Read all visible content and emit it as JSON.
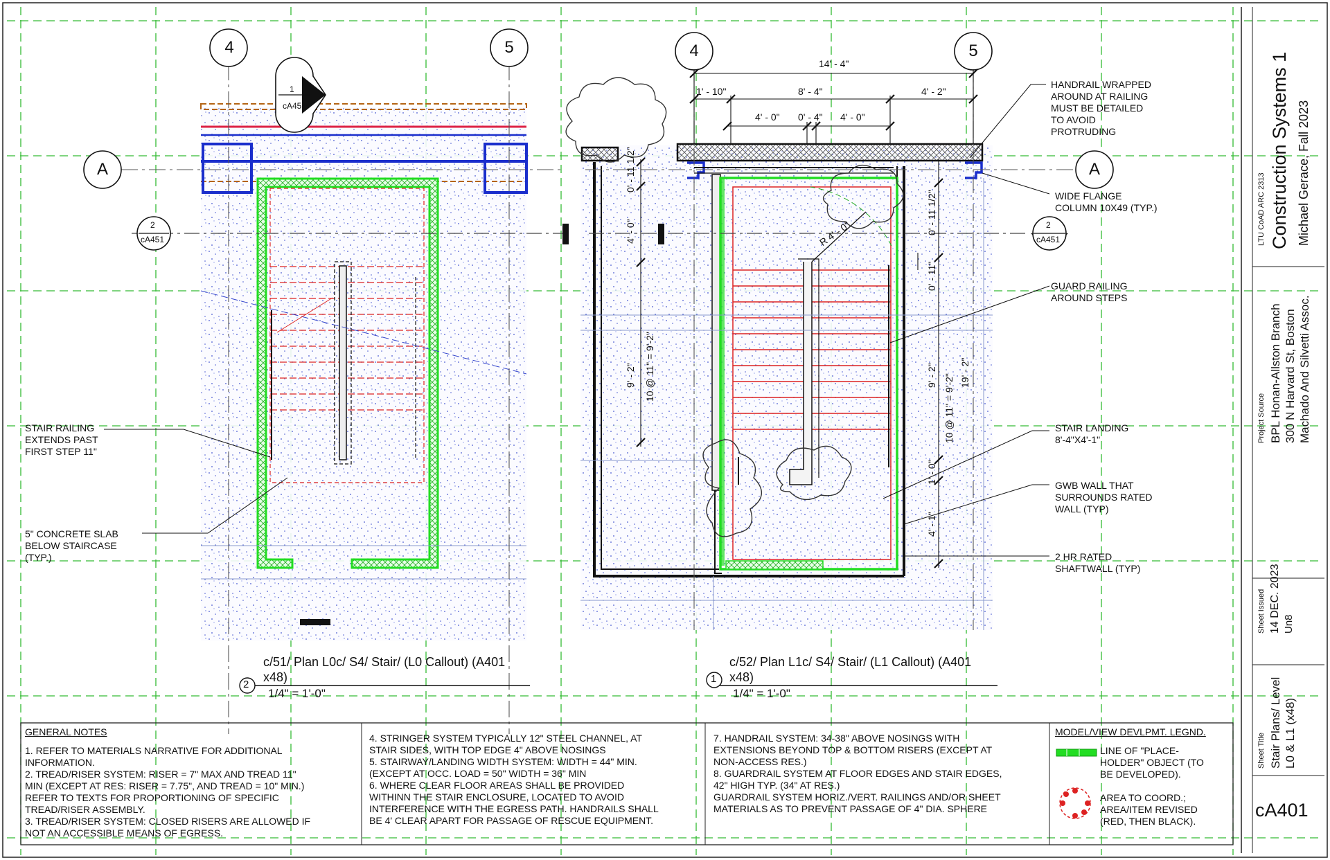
{
  "title_block": {
    "course": "LTU CoAD ARC 2313",
    "project_title": "Construction Systems 1",
    "author_term": "Michael Gerace, Fall 2023",
    "source_label": "Project Source",
    "source_lines": [
      "BPL Honan-Allston Branch",
      "300 N Harvard St, Boston",
      "Machado And Silvetti Assoc."
    ],
    "issued_label": "Sheet Issued",
    "issued_date": "14 DEC. 2023",
    "issued_unit": "Un8",
    "sheet_title_label": "Sheet Title",
    "sheet_title_lines": [
      "Stair Plans/ Level",
      "L0 & L1 (x48)"
    ],
    "sheet_number": "cA401"
  },
  "grids": {
    "col_4": "4",
    "col_5": "5",
    "row_a": "A"
  },
  "section_markers": {
    "sec1_num": "1",
    "sec1_sheet": "cA451",
    "sec2_num": "2",
    "sec2_sheet": "cA451"
  },
  "views": {
    "left": {
      "number": "2",
      "title": "c/51/  Plan L0c/ S4/ Stair/ (L0 Callout) (A401\nx48)",
      "scale": "1/4\" = 1'-0\""
    },
    "right": {
      "number": "1",
      "title": "c/52/  Plan L1c/ S4/ Stair/ (L1 Callout) (A401\nx48)",
      "scale": "1/4\" = 1'-0\""
    }
  },
  "dimensions": {
    "overall": "14' - 4\"",
    "seg_a": "1' - 10\"",
    "seg_b": "8' - 4\"",
    "seg_c": "4' - 2\"",
    "sub_a": "4' - 0\"",
    "sub_b": "0' - 4\"",
    "sub_c": "4' - 0\"",
    "v_top_left": "0' - 11 1/2\"",
    "v_mid_left": "4' - 0\"",
    "v_run_left": "9' - 2\"",
    "v_treads_left": "10 @ 11\" = 9'-2\"",
    "radius": "R 4' - 0\"",
    "v_top_right": "0' - 11 1/2\"",
    "v_11_right": "0' - 11\"",
    "v_run_right": "9' - 2\"",
    "v_treads_right": "10 @ 11\" = 9'-2\"",
    "v_total_right": "19' - 2\"",
    "v_1_0_right": "1' - 0\"",
    "v_4_1_right": "4' - 1\""
  },
  "callouts": {
    "handrail_wrapped": "HANDRAIL WRAPPED\nAROUND AT RAILING\nMUST BE DETAILED\nTO AVOID\nPROTRUDING",
    "wide_flange": "WIDE FLANGE\nCOLUMN 10X49 (TYP.)",
    "guard_railing": "GUARD RAILING\nAROUND STEPS",
    "stair_landing": "STAIR LANDING\n8'-4\"X4'-1\"",
    "gwb_wall": "GWB WALL THAT\nSURROUNDS RATED\nWALL (TYP)",
    "shaftwall": "2 HR RATED\nSHAFTWALL (TYP)",
    "stair_railing": "STAIR RAILING\nEXTENDS PAST\nFIRST STEP 11\"",
    "concrete_slab": "5\" CONCRETE SLAB\nBELOW STAIRCASE\n(TYP.)"
  },
  "notes": {
    "heading": "GENERAL NOTES",
    "col1": "1. REFER TO MATERIALS NARRATIVE FOR ADDITIONAL\nINFORMATION.\n2. TREAD/RISER SYSTEM: RISER = 7\" MAX AND TREAD 11\"\nMIN (EXCEPT AT RES: RISER = 7.75\", AND TREAD = 10\" MIN.)\nREFER TO TEXTS FOR PROPORTIONING OF SPECIFIC\nTREAD/RISER ASSEMBLY.\n3. TREAD/RISER SYSTEM: CLOSED RISERS ARE ALLOWED IF\nNOT AN ACCESSIBLE MEANS OF EGRESS.",
    "col2": "4. STRINGER SYSTEM TYPICALLY 12\" STEEL CHANNEL, AT\nSTAIR SIDES, WITH TOP EDGE 4\" ABOVE NOSINGS\n5. STAIRWAY/LANDING WIDTH SYSTEM: WIDTH = 44\" MIN.\n(EXCEPT AT OCC. LOAD = 50\" WIDTH = 36\" MIN\n6. WHERE CLEAR FLOOR AREAS SHALL BE PROVIDED\nWITHINN THE STAIR ENCLOSURE, LOCATED TO AVOID\nINTERFERENCE WITH THE EGRESS PATH. HANDRAILS SHALL\nBE 4' CLEAR APART FOR PASSAGE OF RESCUE EQUIPMENT.",
    "col3": "7. HANDRAIL SYSTEM: 34-38\" ABOVE NOSINGS WITH\nEXTENSIONS BEYOND TOP & BOTTOM RISERS (EXCEPT AT\nNON-ACCESS RES.)\n8. GUARDRAIL SYSTEM AT FLOOR EDGES AND STAIR EDGES,\n42\" HIGH TYP. (34\" AT RES.)\nGUARDRAIL SYSTEM HORIZ./VERT. RAILINGS AND/OR SHEET\nMATERIALS AS TO PREVENT PASSAGE OF 4\" DIA. SPHERE"
  },
  "legend": {
    "heading": "MODEL/VIEW DEVLPMT. LEGND.",
    "item1": "LINE OF \"PLACE-\nHOLDER\" OBJECT (TO\nBE DEVELOPED).",
    "item2": "AREA TO COORD.;\nAREA/ITEM REVISED\n(RED, THEN BLACK)."
  },
  "colors": {
    "grid": "#33bb33",
    "placeholder": "#22dd22",
    "revision": "#dd2222",
    "beam": "#1a2ecc",
    "stipple": "#3344cc",
    "line": "#111111"
  }
}
